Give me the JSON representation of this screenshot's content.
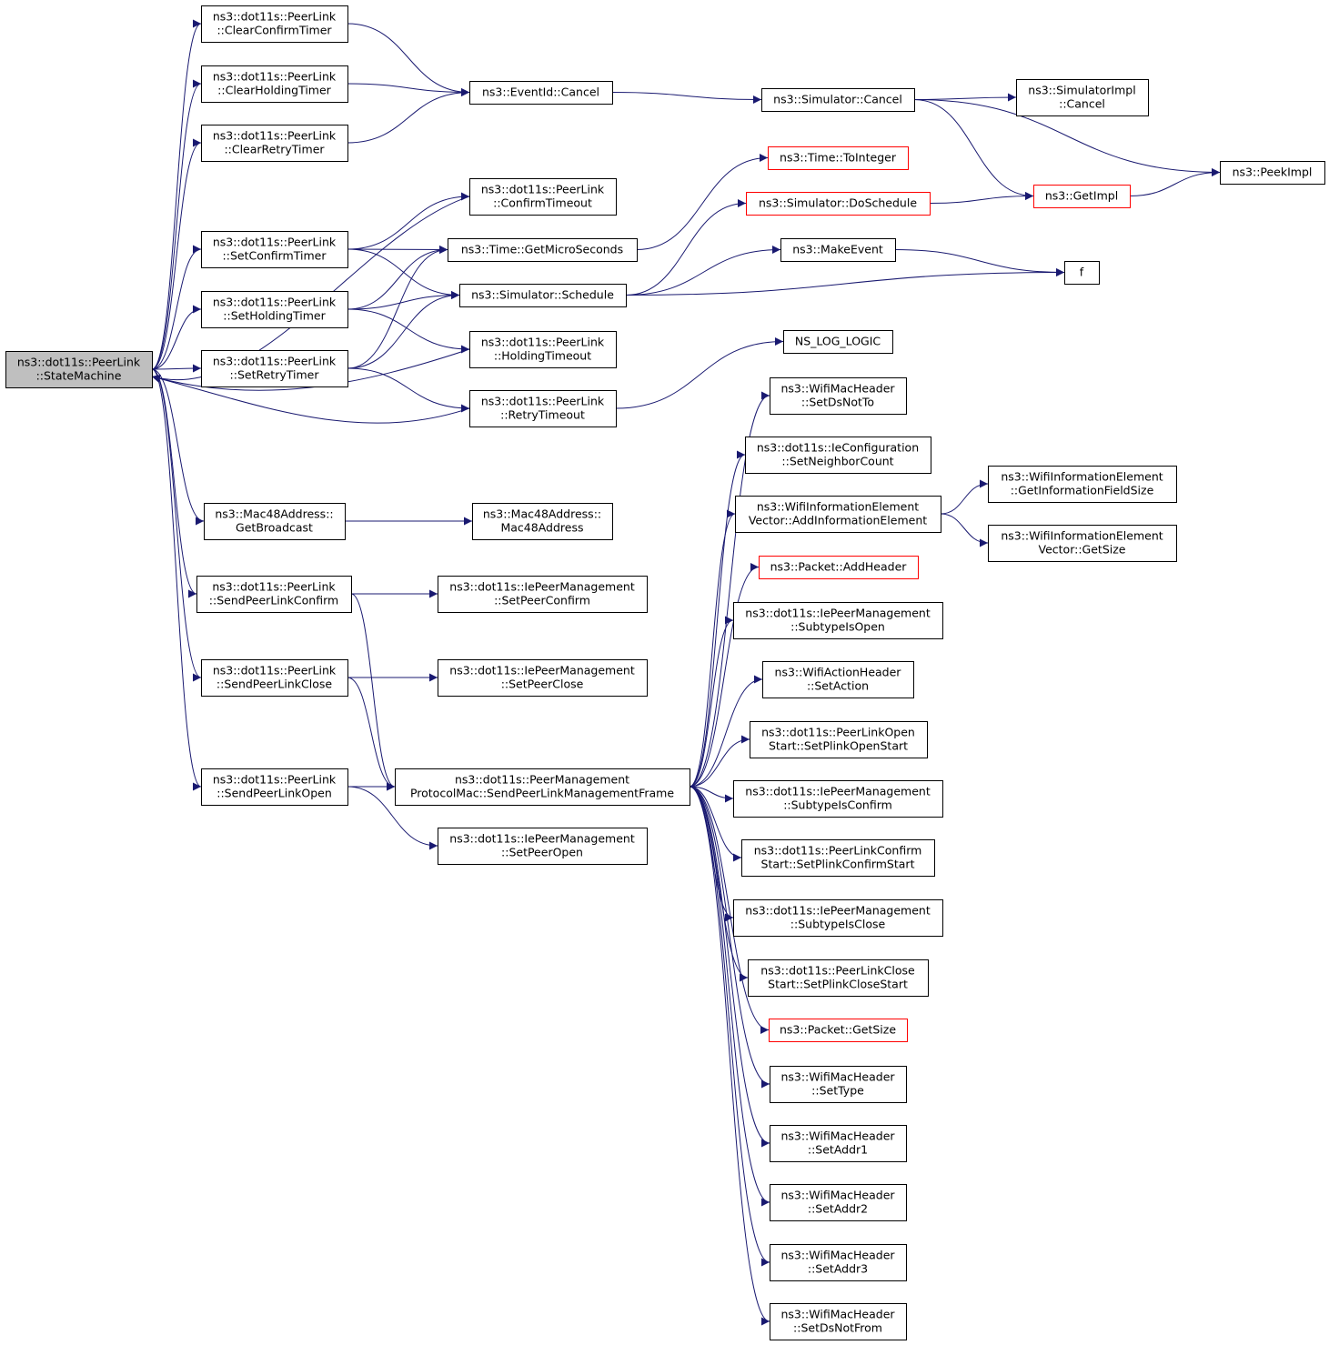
{
  "nodes": [
    {
      "id": "statemachine",
      "lines": [
        "ns3::dot11s::PeerLink",
        "::StateMachine"
      ],
      "root": true
    },
    {
      "id": "clearconfirmtimer",
      "lines": [
        "ns3::dot11s::PeerLink",
        "::ClearConfirmTimer"
      ]
    },
    {
      "id": "clearholdingtimer",
      "lines": [
        "ns3::dot11s::PeerLink",
        "::ClearHoldingTimer"
      ]
    },
    {
      "id": "clearretrytimer",
      "lines": [
        "ns3::dot11s::PeerLink",
        "::ClearRetryTimer"
      ]
    },
    {
      "id": "setconfirmtimer",
      "lines": [
        "ns3::dot11s::PeerLink",
        "::SetConfirmTimer"
      ]
    },
    {
      "id": "setholdingtimer",
      "lines": [
        "ns3::dot11s::PeerLink",
        "::SetHoldingTimer"
      ]
    },
    {
      "id": "setretrytimer",
      "lines": [
        "ns3::dot11s::PeerLink",
        "::SetRetryTimer"
      ]
    },
    {
      "id": "getbroadcast",
      "lines": [
        "ns3::Mac48Address::",
        "GetBroadcast"
      ]
    },
    {
      "id": "sendpeerlinkconfirm",
      "lines": [
        "ns3::dot11s::PeerLink",
        "::SendPeerLinkConfirm"
      ]
    },
    {
      "id": "sendpeerlinkclose",
      "lines": [
        "ns3::dot11s::PeerLink",
        "::SendPeerLinkClose"
      ]
    },
    {
      "id": "sendpeerlinkopen",
      "lines": [
        "ns3::dot11s::PeerLink",
        "::SendPeerLinkOpen"
      ]
    },
    {
      "id": "eventidcancel",
      "lines": [
        "ns3::EventId::Cancel"
      ]
    },
    {
      "id": "confirmtimeout",
      "lines": [
        "ns3::dot11s::PeerLink",
        "::ConfirmTimeout"
      ]
    },
    {
      "id": "getmicroseconds",
      "lines": [
        "ns3::Time::GetMicroSeconds"
      ]
    },
    {
      "id": "simschedule",
      "lines": [
        "ns3::Simulator::Schedule"
      ]
    },
    {
      "id": "holdingtimeout",
      "lines": [
        "ns3::dot11s::PeerLink",
        "::HoldingTimeout"
      ]
    },
    {
      "id": "retrytimeout",
      "lines": [
        "ns3::dot11s::PeerLink",
        "::RetryTimeout"
      ]
    },
    {
      "id": "mac48address",
      "lines": [
        "ns3::Mac48Address::",
        "Mac48Address"
      ]
    },
    {
      "id": "setpeerconfirm",
      "lines": [
        "ns3::dot11s::IePeerManagement",
        "::SetPeerConfirm"
      ]
    },
    {
      "id": "setpeerclose",
      "lines": [
        "ns3::dot11s::IePeerManagement",
        "::SetPeerClose"
      ]
    },
    {
      "id": "sendmgmtframe",
      "lines": [
        "ns3::dot11s::PeerManagement",
        "ProtocolMac::SendPeerLinkManagementFrame"
      ]
    },
    {
      "id": "setpeeropen",
      "lines": [
        "ns3::dot11s::IePeerManagement",
        "::SetPeerOpen"
      ]
    },
    {
      "id": "simcancel",
      "lines": [
        "ns3::Simulator::Cancel"
      ]
    },
    {
      "id": "timetointeger",
      "lines": [
        "ns3::Time::ToInteger"
      ],
      "truncated": true
    },
    {
      "id": "simdoschedule",
      "lines": [
        "ns3::Simulator::DoSchedule"
      ],
      "truncated": true
    },
    {
      "id": "makeevent",
      "lines": [
        "ns3::MakeEvent"
      ]
    },
    {
      "id": "nsloglogic",
      "lines": [
        "NS_LOG_LOGIC"
      ]
    },
    {
      "id": "setdsnotto",
      "lines": [
        "ns3::WifiMacHeader",
        "::SetDsNotTo"
      ]
    },
    {
      "id": "setneighborcount",
      "lines": [
        "ns3::dot11s::IeConfiguration",
        "::SetNeighborCount"
      ]
    },
    {
      "id": "addinfoelement",
      "lines": [
        "ns3::WifiInformationElement",
        "Vector::AddInformationElement"
      ]
    },
    {
      "id": "packetaddheader",
      "lines": [
        "ns3::Packet::AddHeader"
      ],
      "truncated": true
    },
    {
      "id": "subtypeisopen",
      "lines": [
        "ns3::dot11s::IePeerManagement",
        "::SubtypeIsOpen"
      ]
    },
    {
      "id": "setaction",
      "lines": [
        "ns3::WifiActionHeader",
        "::SetAction"
      ]
    },
    {
      "id": "setplinkopenstart",
      "lines": [
        "ns3::dot11s::PeerLinkOpen",
        "Start::SetPlinkOpenStart"
      ]
    },
    {
      "id": "subtypeisconfirm",
      "lines": [
        "ns3::dot11s::IePeerManagement",
        "::SubtypeIsConfirm"
      ]
    },
    {
      "id": "setplinkconfirmstart",
      "lines": [
        "ns3::dot11s::PeerLinkConfirm",
        "Start::SetPlinkConfirmStart"
      ]
    },
    {
      "id": "subtypeisclose",
      "lines": [
        "ns3::dot11s::IePeerManagement",
        "::SubtypeIsClose"
      ]
    },
    {
      "id": "setplinkclosestart",
      "lines": [
        "ns3::dot11s::PeerLinkClose",
        "Start::SetPlinkCloseStart"
      ]
    },
    {
      "id": "packetgetsize",
      "lines": [
        "ns3::Packet::GetSize"
      ],
      "truncated": true
    },
    {
      "id": "settype",
      "lines": [
        "ns3::WifiMacHeader",
        "::SetType"
      ]
    },
    {
      "id": "setaddr1",
      "lines": [
        "ns3::WifiMacHeader",
        "::SetAddr1"
      ]
    },
    {
      "id": "setaddr2",
      "lines": [
        "ns3::WifiMacHeader",
        "::SetAddr2"
      ]
    },
    {
      "id": "setaddr3",
      "lines": [
        "ns3::WifiMacHeader",
        "::SetAddr3"
      ]
    },
    {
      "id": "setdsnotfrom",
      "lines": [
        "ns3::WifiMacHeader",
        "::SetDsNotFrom"
      ]
    },
    {
      "id": "simimplcancel",
      "lines": [
        "ns3::SimulatorImpl",
        "::Cancel"
      ]
    },
    {
      "id": "getimpl",
      "lines": [
        "ns3::GetImpl"
      ],
      "truncated": true
    },
    {
      "id": "peekimpl",
      "lines": [
        "ns3::PeekImpl"
      ]
    },
    {
      "id": "f",
      "lines": [
        "f"
      ]
    },
    {
      "id": "getinfofieldsize",
      "lines": [
        "ns3::WifiInformationElement",
        "::GetInformationFieldSize"
      ]
    },
    {
      "id": "vectorgetsize",
      "lines": [
        "ns3::WifiInformationElement",
        "Vector::GetSize"
      ]
    }
  ],
  "edges": [
    [
      "statemachine",
      "clearconfirmtimer"
    ],
    [
      "statemachine",
      "clearholdingtimer"
    ],
    [
      "statemachine",
      "clearretrytimer"
    ],
    [
      "statemachine",
      "setconfirmtimer"
    ],
    [
      "statemachine",
      "setholdingtimer"
    ],
    [
      "statemachine",
      "setretrytimer"
    ],
    [
      "statemachine",
      "getbroadcast"
    ],
    [
      "statemachine",
      "sendpeerlinkconfirm"
    ],
    [
      "statemachine",
      "sendpeerlinkclose"
    ],
    [
      "statemachine",
      "sendpeerlinkopen"
    ],
    [
      "clearconfirmtimer",
      "eventidcancel"
    ],
    [
      "clearholdingtimer",
      "eventidcancel"
    ],
    [
      "clearretrytimer",
      "eventidcancel"
    ],
    [
      "setconfirmtimer",
      "confirmtimeout"
    ],
    [
      "setconfirmtimer",
      "getmicroseconds"
    ],
    [
      "setconfirmtimer",
      "simschedule"
    ],
    [
      "setholdingtimer",
      "getmicroseconds"
    ],
    [
      "setholdingtimer",
      "simschedule"
    ],
    [
      "setholdingtimer",
      "holdingtimeout"
    ],
    [
      "setretrytimer",
      "getmicroseconds"
    ],
    [
      "setretrytimer",
      "simschedule"
    ],
    [
      "setretrytimer",
      "retrytimeout"
    ],
    [
      "confirmtimeout",
      "statemachine"
    ],
    [
      "holdingtimeout",
      "statemachine"
    ],
    [
      "retrytimeout",
      "statemachine"
    ],
    [
      "retrytimeout",
      "nsloglogic"
    ],
    [
      "getbroadcast",
      "mac48address"
    ],
    [
      "sendpeerlinkconfirm",
      "setpeerconfirm"
    ],
    [
      "sendpeerlinkconfirm",
      "sendmgmtframe"
    ],
    [
      "sendpeerlinkclose",
      "setpeerclose"
    ],
    [
      "sendpeerlinkclose",
      "sendmgmtframe"
    ],
    [
      "sendpeerlinkopen",
      "sendmgmtframe"
    ],
    [
      "sendpeerlinkopen",
      "setpeeropen"
    ],
    [
      "eventidcancel",
      "simcancel"
    ],
    [
      "getmicroseconds",
      "timetointeger"
    ],
    [
      "simschedule",
      "simdoschedule"
    ],
    [
      "simschedule",
      "makeevent"
    ],
    [
      "simschedule",
      "f"
    ],
    [
      "simcancel",
      "simimplcancel"
    ],
    [
      "simcancel",
      "getimpl"
    ],
    [
      "simcancel",
      "peekimpl"
    ],
    [
      "simdoschedule",
      "getimpl"
    ],
    [
      "getimpl",
      "peekimpl"
    ],
    [
      "makeevent",
      "f"
    ],
    [
      "sendmgmtframe",
      "setdsnotto"
    ],
    [
      "sendmgmtframe",
      "setneighborcount"
    ],
    [
      "sendmgmtframe",
      "addinfoelement"
    ],
    [
      "sendmgmtframe",
      "packetaddheader"
    ],
    [
      "sendmgmtframe",
      "subtypeisopen"
    ],
    [
      "sendmgmtframe",
      "setaction"
    ],
    [
      "sendmgmtframe",
      "setplinkopenstart"
    ],
    [
      "sendmgmtframe",
      "subtypeisconfirm"
    ],
    [
      "sendmgmtframe",
      "setplinkconfirmstart"
    ],
    [
      "sendmgmtframe",
      "subtypeisclose"
    ],
    [
      "sendmgmtframe",
      "setplinkclosestart"
    ],
    [
      "sendmgmtframe",
      "packetgetsize"
    ],
    [
      "sendmgmtframe",
      "settype"
    ],
    [
      "sendmgmtframe",
      "setaddr1"
    ],
    [
      "sendmgmtframe",
      "setaddr2"
    ],
    [
      "sendmgmtframe",
      "setaddr3"
    ],
    [
      "sendmgmtframe",
      "setdsnotfrom"
    ],
    [
      "addinfoelement",
      "getinfofieldsize"
    ],
    [
      "addinfoelement",
      "vectorgetsize"
    ]
  ]
}
